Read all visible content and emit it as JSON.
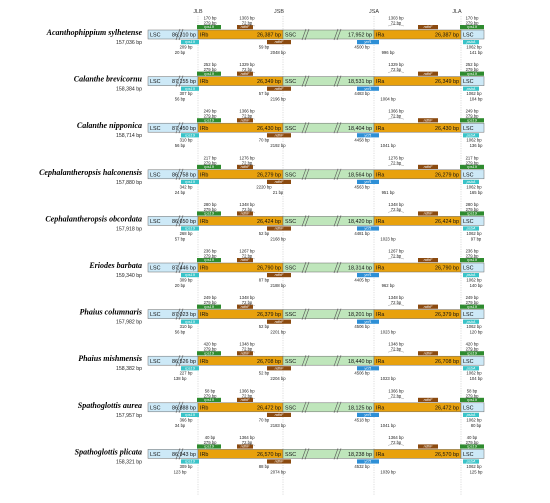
{
  "junctions": [
    "JLB",
    "JSB",
    "JSA",
    "JLA"
  ],
  "colors": {
    "lsc": "#cde9f7",
    "ir": "#e8a10d",
    "ssc": "#bfe6bb",
    "gene_green": "#2e8b2e",
    "gene_blue": "#2e8fd6",
    "gene_brown": "#8b4a0f",
    "gene_cyan": "#39c3c8",
    "outline": "#6a6a6a"
  },
  "segment_labels": {
    "lsc": "LSC",
    "irb": "IRb",
    "ssc": "SSC",
    "ira": "IRa"
  },
  "species": [
    {
      "name": "Acanthophippium sylhetense",
      "length": "157,036 bp",
      "lsc": "86,310 bp",
      "irb": "26,387 bp",
      "ssc": "17,952 bp",
      "ira": "26,387 bp",
      "g1": "rps19",
      "g2": "ndhF",
      "g3": "ycf1",
      "g4": "ndhF",
      "g5": "rps19",
      "g6": "psbA",
      "t1a": "170 bp",
      "t1b": "279 bp",
      "t2a": "1303 bp",
      "t2b": "72 bp",
      "t3a": "1303 bp",
      "t3b": "72 bp",
      "t4a": "170 bp",
      "t4b": "279 bp",
      "b1a": "209 bp",
      "b1b": "20 bp",
      "b2a": "59 bp",
      "b2b": "2048 bp",
      "b3a": "4500 bp",
      "b3b": "996 bp",
      "b4a": "1062 bp",
      "b4b": "141 bp"
    },
    {
      "name": "Calanthe brevicornu",
      "length": "158,384 bp",
      "lsc": "87,155 bp",
      "irb": "26,349 bp",
      "ssc": "18,531 bp",
      "ira": "26,349 bp",
      "g1": "rps19",
      "g2": "ndhF",
      "g3": "ycf1",
      "g4": "ndhF",
      "g5": "rps19",
      "g6": "psbA",
      "t1a": "252 bp",
      "t1b": "279 bp",
      "t2a": "1329 bp",
      "t2b": "72 bp",
      "t3a": "1329 bp",
      "t3b": "72 bp",
      "t4a": "252 bp",
      "t4b": "279 bp",
      "b1a": "307 bp",
      "b1b": "56 bp",
      "b2a": "57 bp",
      "b2b": "2196 bp",
      "b3a": "4483 bp",
      "b3b": "1004 bp",
      "b4a": "1062 bp",
      "b4b": "104 bp"
    },
    {
      "name": "Calanthe nipponica",
      "length": "158,714 bp",
      "lsc": "87,450 bp",
      "irb": "26,430 bp",
      "ssc": "18,404 bp",
      "ira": "26,430 bp",
      "g1": "rps19",
      "g2": "ndhF",
      "g3": "ycf1",
      "g4": "ndhF",
      "g5": "rps19",
      "g6": "psbA",
      "t1a": "249 bp",
      "t1b": "279 bp",
      "t2a": "1366 bp",
      "t2b": "72 bp",
      "t3a": "1366 bp",
      "t3b": "72 bp",
      "t4a": "249 bp",
      "t4b": "279 bp",
      "b1a": "310 bp",
      "b1b": "56 bp",
      "b2a": "70 bp",
      "b2b": "2192 bp",
      "b3a": "4458 bp",
      "b3b": "1041 bp",
      "b4a": "1062 bp",
      "b4b": "136 bp"
    },
    {
      "name": "Cephalantheropsis halconensis",
      "length": "157,880 bp",
      "lsc": "86,758 bp",
      "irb": "26,279 bp",
      "ssc": "18,564 bp",
      "ira": "26,279 bp",
      "g1": "rps19",
      "g2": "ndhF",
      "g3": "ycf1",
      "g4": "ndhF",
      "g5": "rps19",
      "g6": "psbA",
      "t1a": "217 bp",
      "t1b": "279 bp",
      "t2a": "1276 bp",
      "t2b": "72 bp",
      "t3a": "1276 bp",
      "t3b": "72 bp",
      "t4a": "217 bp",
      "t4b": "279 bp",
      "b1a": "342 bp",
      "b1b": "24 bp",
      "b2a": "2220 bp",
      "b2b": "21 bp",
      "b3a": "4563 bp",
      "b3b": "951 bp",
      "b4a": "1062 bp",
      "b4b": "165 bp"
    },
    {
      "name": "Cephalantheropsis obcordata",
      "length": "157,918 bp",
      "lsc": "86,650 bp",
      "irb": "26,424 bp",
      "ssc": "18,420 bp",
      "ira": "26,424 bp",
      "g1": "rps19",
      "g2": "ndhF",
      "g3": "ycf1",
      "g4": "ndhF",
      "g5": "rps19",
      "g6": "psbA",
      "t1a": "280 bp",
      "t1b": "279 bp",
      "t2a": "1348 bp",
      "t2b": "72 bp",
      "t3a": "1348 bp",
      "t3b": "72 bp",
      "t4a": "280 bp",
      "t4b": "279 bp",
      "b1a": "268 bp",
      "b1b": "57 bp",
      "b2a": "52 bp",
      "b2b": "2168 bp",
      "b3a": "4481 bp",
      "b3b": "1023 bp",
      "b4a": "1062 bp",
      "b4b": "97 bp"
    },
    {
      "name": "Eriodes barbata",
      "length": "159,340 bp",
      "lsc": "87,446 bp",
      "irb": "26,790 bp",
      "ssc": "18,314 bp",
      "ira": "26,790 bp",
      "g1": "rps19",
      "g2": "ndhF",
      "g3": "ycf1",
      "g4": "ndhF",
      "g5": "rps19",
      "g6": "psbA",
      "t1a": "236 bp",
      "t1b": "279 bp",
      "t2a": "1267 bp",
      "t2b": "72 bp",
      "t3a": "1267 bp",
      "t3b": "72 bp",
      "t4a": "236 bp",
      "t4b": "279 bp",
      "b1a": "309 bp",
      "b1b": "20 bp",
      "b2a": "87 bp",
      "b2b": "2188 bp",
      "b3a": "4405 bp",
      "b3b": "962 bp",
      "b4a": "1062 bp",
      "b4b": "140 bp"
    },
    {
      "name": "Phaius columnaris",
      "length": "157,982 bp",
      "lsc": "87,023 bp",
      "irb": "26,379 bp",
      "ssc": "18,201 bp",
      "ira": "26,379 bp",
      "g1": "rps19",
      "g2": "ndhF",
      "g3": "ycf1",
      "g4": "ndhF",
      "g5": "rps19",
      "g6": "psbA",
      "t1a": "249 bp",
      "t1b": "279 bp",
      "t2a": "1348 bp",
      "t2b": "72 bp",
      "t3a": "1348 bp",
      "t3b": "72 bp",
      "t4a": "249 bp",
      "t4b": "279 bp",
      "b1a": "310 bp",
      "b1b": "56 bp",
      "b2a": "52 bp",
      "b2b": "2201 bp",
      "b3a": "4506 bp",
      "b3b": "1023 bp",
      "b4a": "1062 bp",
      "b4b": "120 bp"
    },
    {
      "name": "Phaius mishmensis",
      "length": "158,382 bp",
      "lsc": "86,526 bp",
      "irb": "26,708 bp",
      "ssc": "18,440 bp",
      "ira": "26,708 bp",
      "g1": "rps19",
      "g2": "ndhF",
      "g3": "ycf1",
      "g4": "ndhF",
      "g5": "rps19",
      "g6": "psbA",
      "t1a": "420 bp",
      "t1b": "279 bp",
      "t2a": "1348 bp",
      "t2b": "72 bp",
      "t3a": "1348 bp",
      "t3b": "72 bp",
      "t4a": "420 bp",
      "t4b": "279 bp",
      "b1a": "227 bp",
      "b1b": "138 bp",
      "b2a": "52 bp",
      "b2b": "2204 bp",
      "b3a": "4506 bp",
      "b3b": "1023 bp",
      "b4a": "1062 bp",
      "b4b": "104 bp"
    },
    {
      "name": "Spathoglottis aurea",
      "length": "157,957 bp",
      "lsc": "86,888 bp",
      "irb": "26,472 bp",
      "ssc": "18,125 bp",
      "ira": "26,472 bp",
      "g1": "rps19",
      "g2": "ndhF",
      "g3": "ycf1",
      "g4": "ndhF",
      "g5": "rps19",
      "g6": "psbA",
      "t1a": "58 bp",
      "t1b": "279 bp",
      "t2a": "1366 bp",
      "t2b": "72 bp",
      "t3a": "1366 bp",
      "t3b": "72 bp",
      "t4a": "58 bp",
      "t4b": "279 bp",
      "b1a": "366 bp",
      "b1b": "34 bp",
      "b2a": "70 bp",
      "b2b": "2183 bp",
      "b3a": "4518 bp",
      "b3b": "1041 bp",
      "b4a": "1062 bp",
      "b4b": "80 bp"
    },
    {
      "name": "Spathoglottis plicata",
      "length": "158,321 bp",
      "lsc": "86,943 bp",
      "irb": "26,570 bp",
      "ssc": "18,238 bp",
      "ira": "26,570 bp",
      "g1": "rps19",
      "g2": "ndhF",
      "g3": "ycf1",
      "g4": "ndhF",
      "g5": "rps19",
      "g6": "psbA",
      "t1a": "40 bp",
      "t1b": "279 bp",
      "t2a": "1364 bp",
      "t2b": "72 bp",
      "t3a": "1364 bp",
      "t3b": "72 bp",
      "t4a": "40 bp",
      "t4b": "279 bp",
      "b1a": "309 bp",
      "b1b": "123 bp",
      "b2a": "88 bp",
      "b2b": "2074 bp",
      "b3a": "4532 bp",
      "b3b": "1039 bp",
      "b4a": "1062 bp",
      "b4b": "125 bp"
    }
  ]
}
